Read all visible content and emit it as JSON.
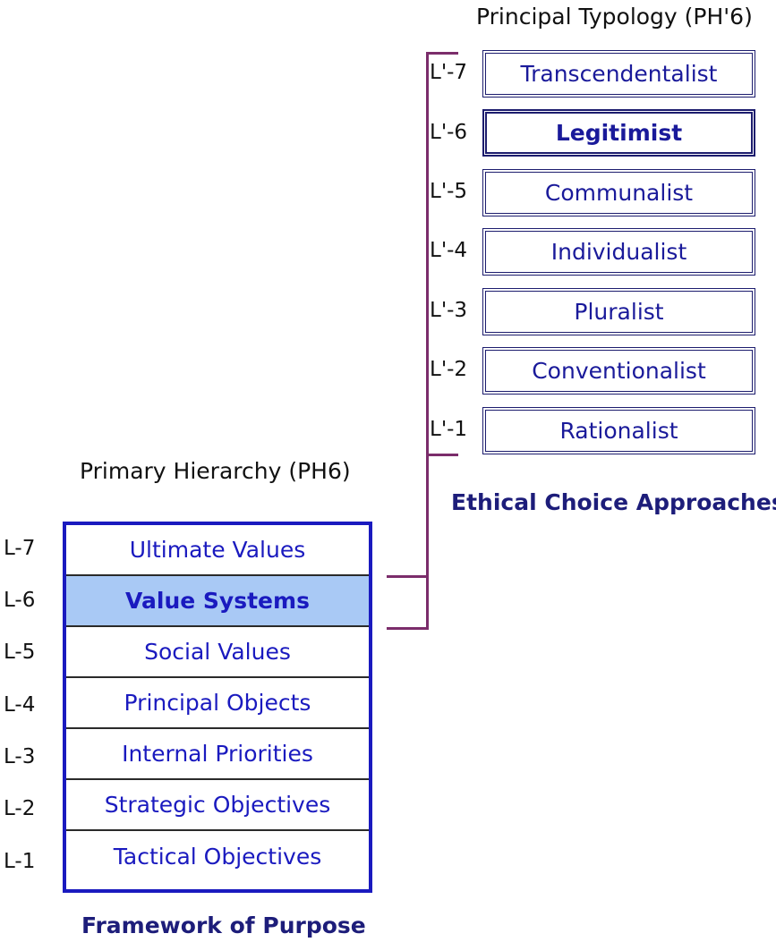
{
  "typology": {
    "heading": "Principal Typology  (PH'6)",
    "caption": "Ethical Choice Approaches",
    "items": [
      {
        "level": "L'-7",
        "label": "Transcendentalist"
      },
      {
        "level": "L'-6",
        "label": "Legitimist"
      },
      {
        "level": "L'-5",
        "label": "Communalist"
      },
      {
        "level": "L'-4",
        "label": "Individualist"
      },
      {
        "level": "L'-3",
        "label": "Pluralist"
      },
      {
        "level": "L'-2",
        "label": "Conventionalist"
      },
      {
        "level": "L'-1",
        "label": "Rationalist"
      }
    ]
  },
  "hierarchy": {
    "heading": "Primary Hierarchy (PH6)",
    "caption": "Framework of Purpose",
    "items": [
      {
        "level": "L-7",
        "label": "Ultimate Values"
      },
      {
        "level": "L-6",
        "label": "Value Systems"
      },
      {
        "level": "L-5",
        "label": "Social Values"
      },
      {
        "level": "L-4",
        "label": "Principal Objects"
      },
      {
        "level": "L-3",
        "label": "Internal Priorities"
      },
      {
        "level": "L-2",
        "label": "Strategic Objectives"
      },
      {
        "level": "L-1",
        "label": "Tactical Objectives"
      }
    ],
    "highlighted_item": "Value Systems"
  },
  "colors": {
    "box_border": "#1a1abf",
    "highlight_fill": "#a9c9f5",
    "bracket": "#7b2d6b",
    "text_blue": "#1a1abf"
  }
}
